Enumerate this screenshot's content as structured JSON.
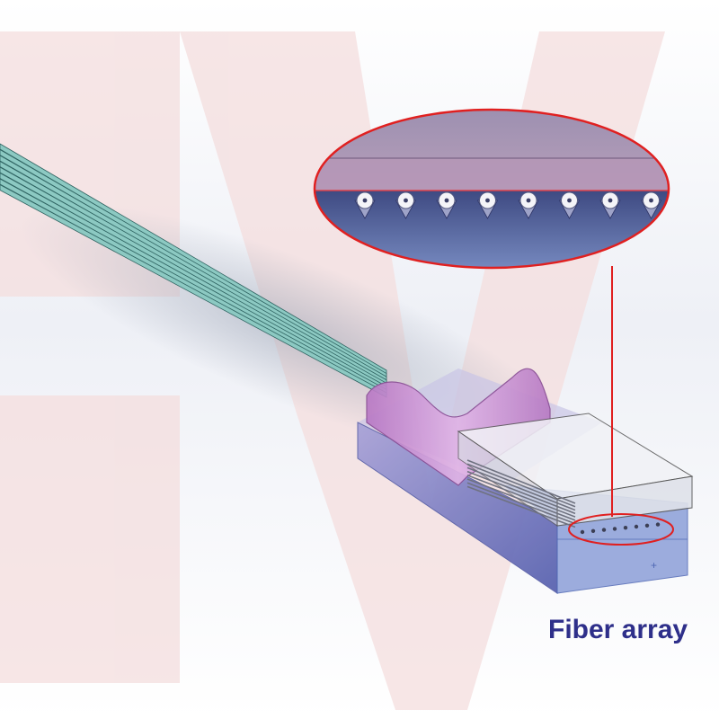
{
  "caption": {
    "text": "Fiber array",
    "color": "#2e2f8a"
  },
  "figure": {
    "fiber_count": 8,
    "colors": {
      "ribbon": "#8cc9c2",
      "ribbon_edge": "#2f6462",
      "boot": "#c88fcf",
      "v_groove_substrate": "#6a7bc0",
      "lid_glass": "#e9ecf2",
      "callout_ring": "#e02020",
      "watermark": "#f4dede"
    },
    "icons": [
      "magnifier-callout",
      "fiber-end-dot"
    ]
  }
}
